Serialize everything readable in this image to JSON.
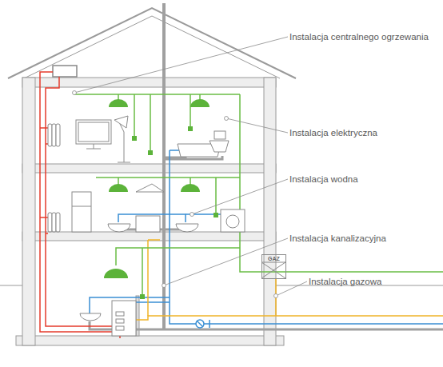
{
  "diagram": {
    "nodes": [
      {
        "text": [
          "GAZ"
        ]
      }
    ],
    "edges": [],
    "labels": [
      "Instalacja centralnego ogrzewania",
      "Instalacja elektryczna",
      "Instalacja wodna",
      "Instalacja kanalizacyjna",
      "Instalacja gazowa"
    ]
  }
}
